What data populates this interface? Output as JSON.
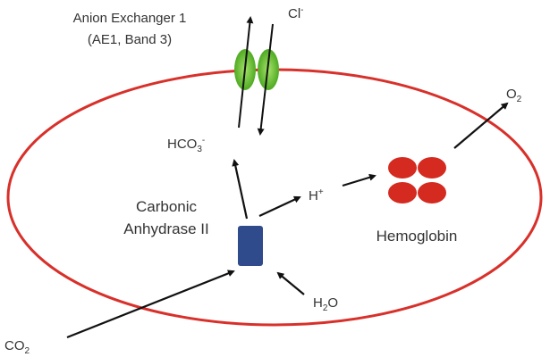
{
  "title": "Carbonic anhydrase in the red blood cell",
  "labels": {
    "anion_exchanger_line1": "Anion Exchanger 1",
    "anion_exchanger_line2": "(AE1, Band 3)",
    "chloride": {
      "base": "Cl",
      "sup": "-"
    },
    "bicarbonate": {
      "base": "HCO",
      "sub": "3",
      "sup": "-"
    },
    "proton": {
      "base": "H",
      "sup": "+"
    },
    "oxygen": {
      "base": "O",
      "sub": "2"
    },
    "carbon_dioxide": {
      "base": "CO",
      "sub": "2"
    },
    "water": {
      "base": "H",
      "sub": "2",
      "rest": "O"
    },
    "enzyme_line1": "Carbonic",
    "enzyme_line2": "Anhydrase II",
    "hemoglobin": "Hemoglobin"
  },
  "colors": {
    "membrane": "#d8302a",
    "transporter": "#6cc23a",
    "enzyme": "#2f4b8c",
    "hemoglobin": "#d42a20",
    "arrow": "#111111"
  }
}
